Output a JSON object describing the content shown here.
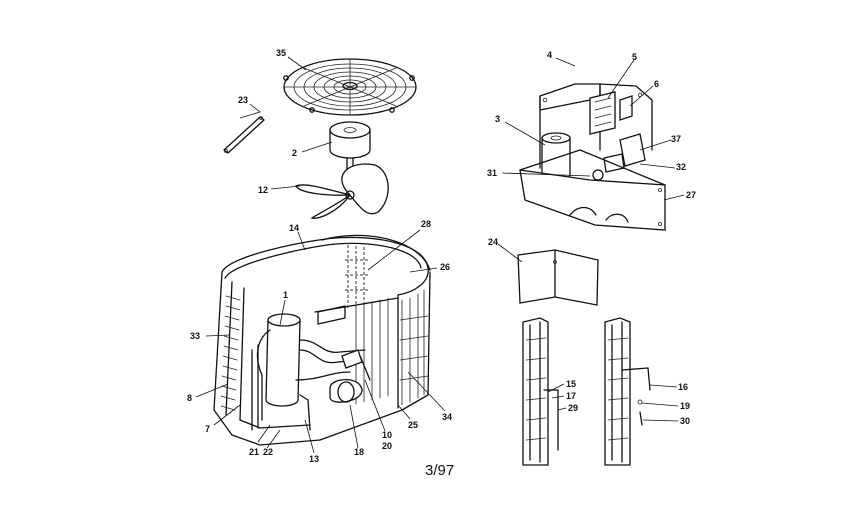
{
  "diagram": {
    "date_code": "3/97",
    "part_numbers": {
      "p35": "35",
      "p23": "23",
      "p2": "2",
      "p12": "12",
      "p14": "14",
      "p28": "28",
      "p26": "26",
      "p1": "1",
      "p33": "33",
      "p8": "8",
      "p7": "7",
      "p21": "21",
      "p22": "22",
      "p13": "13",
      "p18": "18",
      "p10": "10",
      "p20": "20",
      "p25": "25",
      "p34": "34",
      "p4": "4",
      "p5": "5",
      "p6": "6",
      "p3": "3",
      "p37": "37",
      "p32": "32",
      "p31": "31",
      "p27": "27",
      "p24": "24",
      "p15": "15",
      "p17": "17",
      "p29": "29",
      "p16": "16",
      "p19": "19",
      "p30": "30"
    }
  }
}
